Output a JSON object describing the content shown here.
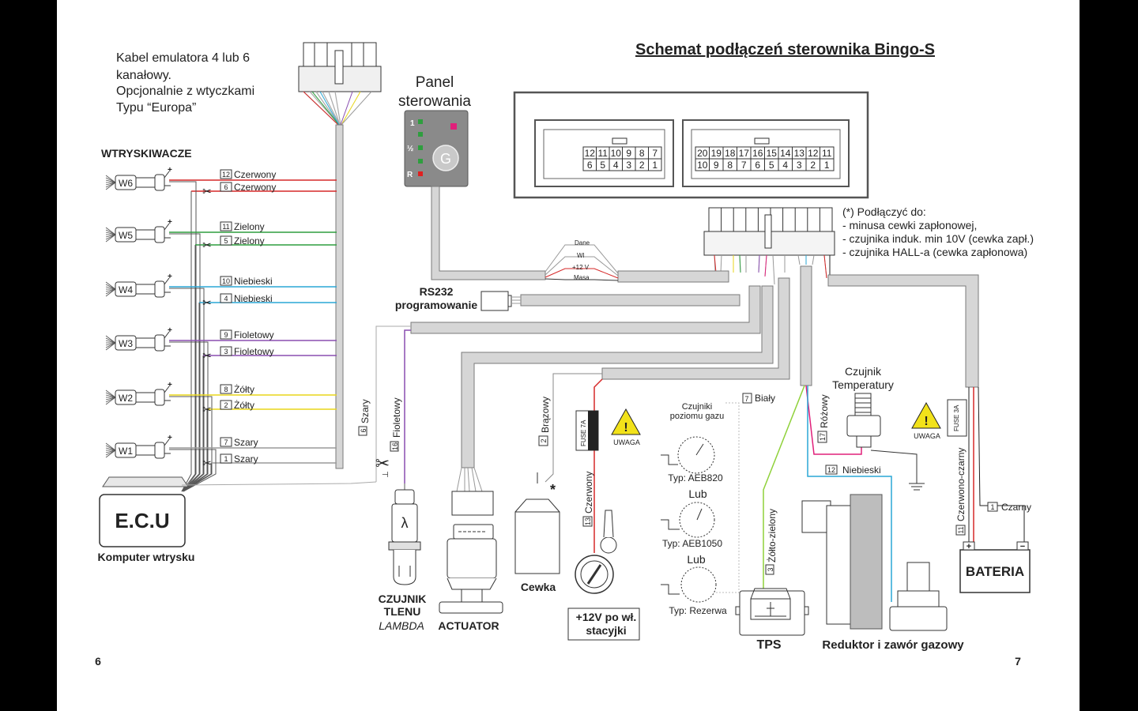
{
  "title": "Schemat podłączeń sterownika Bingo-S",
  "emulator_note": [
    "Kabel emulatora 4 lub 6",
    "kanałowy.",
    "Opcjonalnie z wtyczkami",
    "Typu “Europa”"
  ],
  "injectors_heading": "WTRYSKIWACZE",
  "injectors": [
    {
      "label": "W6",
      "pin_a": "12",
      "color_a": "Czerwony",
      "pin_b": "6",
      "color_b": "Czerwony",
      "hex": "#d62828"
    },
    {
      "label": "W5",
      "pin_a": "11",
      "color_a": "Zielony",
      "pin_b": "5",
      "color_b": "Zielony",
      "hex": "#2e9e3e"
    },
    {
      "label": "W4",
      "pin_a": "10",
      "color_a": "Niebieski",
      "pin_b": "4",
      "color_b": "Niebieski",
      "hex": "#2aa7d6"
    },
    {
      "label": "W3",
      "pin_a": "9",
      "color_a": "Fioletowy",
      "pin_b": "3",
      "color_b": "Fioletowy",
      "hex": "#8a4fb0"
    },
    {
      "label": "W2",
      "pin_a": "8",
      "color_a": "Żółty",
      "pin_b": "2",
      "color_b": "Żółty",
      "hex": "#e9d61a"
    },
    {
      "label": "W1",
      "pin_a": "7",
      "color_a": "Szary",
      "pin_b": "1",
      "color_b": "Szary",
      "hex": "#9a9a9a"
    }
  ],
  "ecu": {
    "label": "E.C.U",
    "caption": "Komputer wtrysku"
  },
  "panel": {
    "title_1": "Panel",
    "title_2": "sterowania",
    "leds": [
      "1",
      "½",
      "R"
    ],
    "button": "G"
  },
  "connector_left": {
    "top": [
      "12",
      "11",
      "10",
      "9",
      "8",
      "7"
    ],
    "bottom": [
      "6",
      "5",
      "4",
      "3",
      "2",
      "1"
    ]
  },
  "connector_right": {
    "top": [
      "20",
      "19",
      "18",
      "17",
      "16",
      "15",
      "14",
      "13",
      "12",
      "11"
    ],
    "bottom": [
      "10",
      "9",
      "8",
      "7",
      "6",
      "5",
      "4",
      "3",
      "2",
      "1"
    ]
  },
  "rs232": {
    "line1": "RS232",
    "line2": "programowanie",
    "wires": [
      "Dane",
      "Wl",
      "+12 V",
      "Masa"
    ]
  },
  "note": [
    "(*) Podłączyć do:",
    "- minusa cewki zapłonowej,",
    "- czujnika induk. min 10V (cewka zapł.)",
    "- czujnika HALL-a (cewka zapłonowa)"
  ],
  "wires": {
    "szary": {
      "pin": "6",
      "label": "Szary"
    },
    "fioletowy": {
      "pin": "16",
      "label": "Fioletowy"
    },
    "brazowy": {
      "pin": "2",
      "label": "Brązowy"
    },
    "czerwony": {
      "pin": "13",
      "label": "Czerwony"
    },
    "bialy": {
      "pin": "7",
      "label": "Biały"
    },
    "rozowy": {
      "pin": "17",
      "label": "Różowy"
    },
    "niebieski": {
      "pin": "12",
      "label": "Niebieski"
    },
    "zolto_zielony": {
      "pin": "3",
      "label": "Żółto-zielony"
    },
    "czerwono_czarny": {
      "pin": "11",
      "label": "Czerwono-czarny"
    },
    "czarny": {
      "pin": "1",
      "label": "Czarny"
    }
  },
  "lambda": {
    "line1": "CZUJNIK",
    "line2": "TLENU",
    "line3": "LAMBDA",
    "symbol": "λ"
  },
  "actuator": "ACTUATOR",
  "cewka": {
    "label": "Cewka",
    "star": "*"
  },
  "fuse7": "FUSE 7A",
  "fuse3": "FUSE 3A",
  "uwaga": "UWAGA",
  "ignition": {
    "line1": "+12V po wł.",
    "line2": "stacyjki"
  },
  "gauges": {
    "heading_1": "Czujniki",
    "heading_2": "poziomu gazu",
    "typ1": "Typ: AEB820",
    "lub1": "Lub",
    "typ2": "Typ: AEB1050",
    "lub2": "Lub",
    "typ3": "Typ: Rezerwa"
  },
  "temp_sensor": {
    "line1": "Czujnik",
    "line2": "Temperatury"
  },
  "tps": "TPS",
  "reduktor": "Reduktor i zawór gazowy",
  "bateria": "BATERIA",
  "page_left": "6",
  "page_right": "7"
}
